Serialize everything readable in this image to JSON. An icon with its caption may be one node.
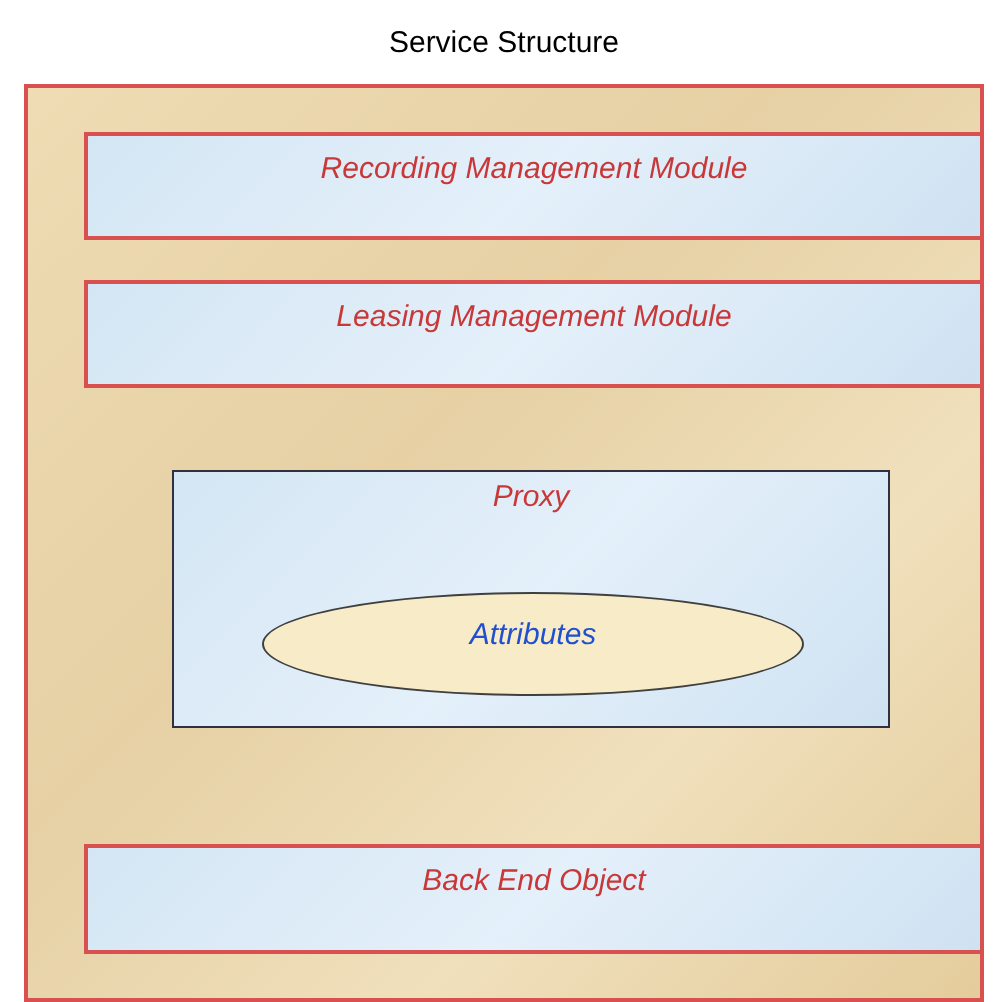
{
  "diagram": {
    "nodes": [
      {
        "text": [
          "Service Structure"
        ]
      },
      {
        "text": [
          "Recording Management Module"
        ],
        "in": 0
      },
      {
        "text": [
          "Leasing Management Module"
        ],
        "in": 0
      },
      {
        "text": [
          "Proxy"
        ],
        "in": 0
      },
      {
        "text": [
          "Attributes"
        ],
        "in": 3
      },
      {
        "text": [
          "Back End Object"
        ],
        "in": 0
      }
    ]
  }
}
